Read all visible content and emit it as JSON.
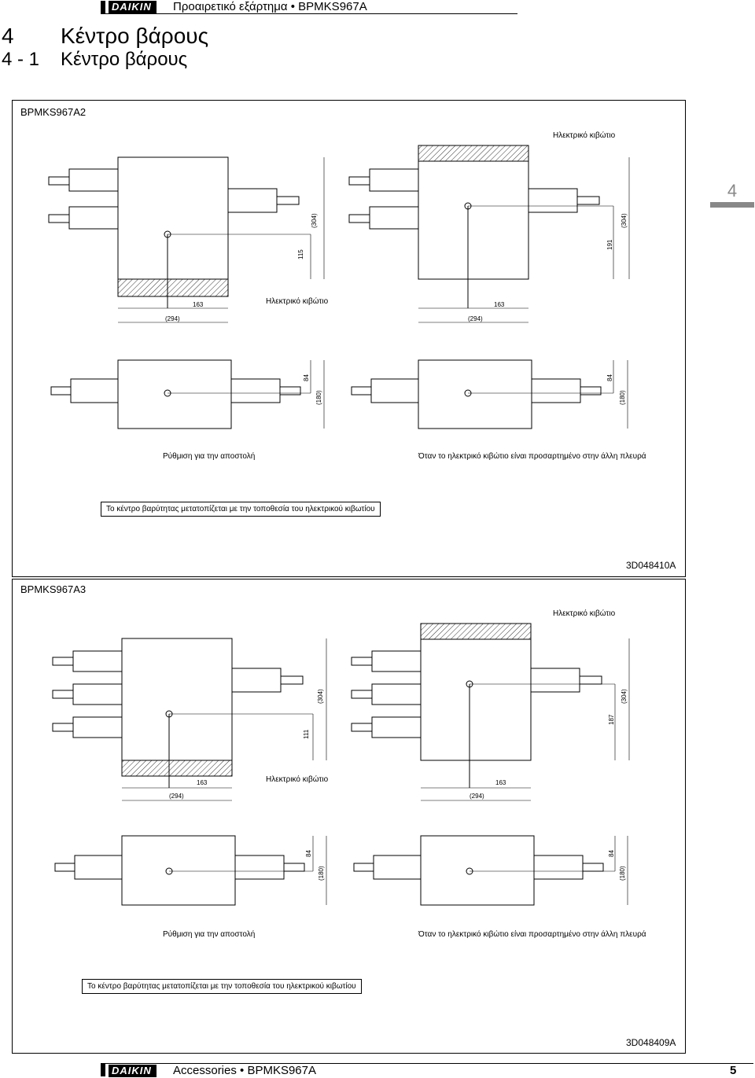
{
  "header": {
    "logo": "DAIKIN",
    "title": "Προαιρετικό εξάρτημα • BPMKS967A"
  },
  "section": {
    "number": "4",
    "title": "Κέντρο βάρους",
    "sub_number": "4 - 1",
    "sub_title": "Κέντρο βάρους"
  },
  "side_tab": "4",
  "figures": [
    {
      "model": "BPMKS967A2",
      "elec_box": "Ηλεκτρικό κιβώτιο",
      "caption_left": "Ρύθμιση για την αποστολή",
      "caption_right": "Όταν το ηλεκτρικό κιβώτιο είναι προσαρτημένο στην άλλη πλευρά",
      "note": "Το κέντρο βαρύτητας μετατοπίζεται με την τοποθεσία του ηλεκτρικού κιβωτίου",
      "doc_no": "3D048410A",
      "dims": {
        "left_cg": "115",
        "right_cg": "191",
        "height": "(304)",
        "width_cg": "163",
        "width": "(294)",
        "side_cg": "84",
        "side": "(180)"
      }
    },
    {
      "model": "BPMKS967A3",
      "elec_box": "Ηλεκτρικό κιβώτιο",
      "caption_left": "Ρύθμιση για την αποστολή",
      "caption_right": "Όταν το ηλεκτρικό κιβώτιο είναι προσαρτημένο στην άλλη πλευρά",
      "note": "Το κέντρο βαρύτητας μετατοπίζεται με την τοποθεσία του ηλεκτρικού κιβωτίου",
      "doc_no": "3D048409A",
      "dims": {
        "left_cg": "111",
        "right_cg": "187",
        "height": "(304)",
        "width_cg": "163",
        "width": "(294)",
        "side_cg": "84",
        "side": "(180)"
      }
    }
  ],
  "footer": {
    "logo": "DAIKIN",
    "title": "Accessories • BPMKS967A",
    "page": "5"
  }
}
